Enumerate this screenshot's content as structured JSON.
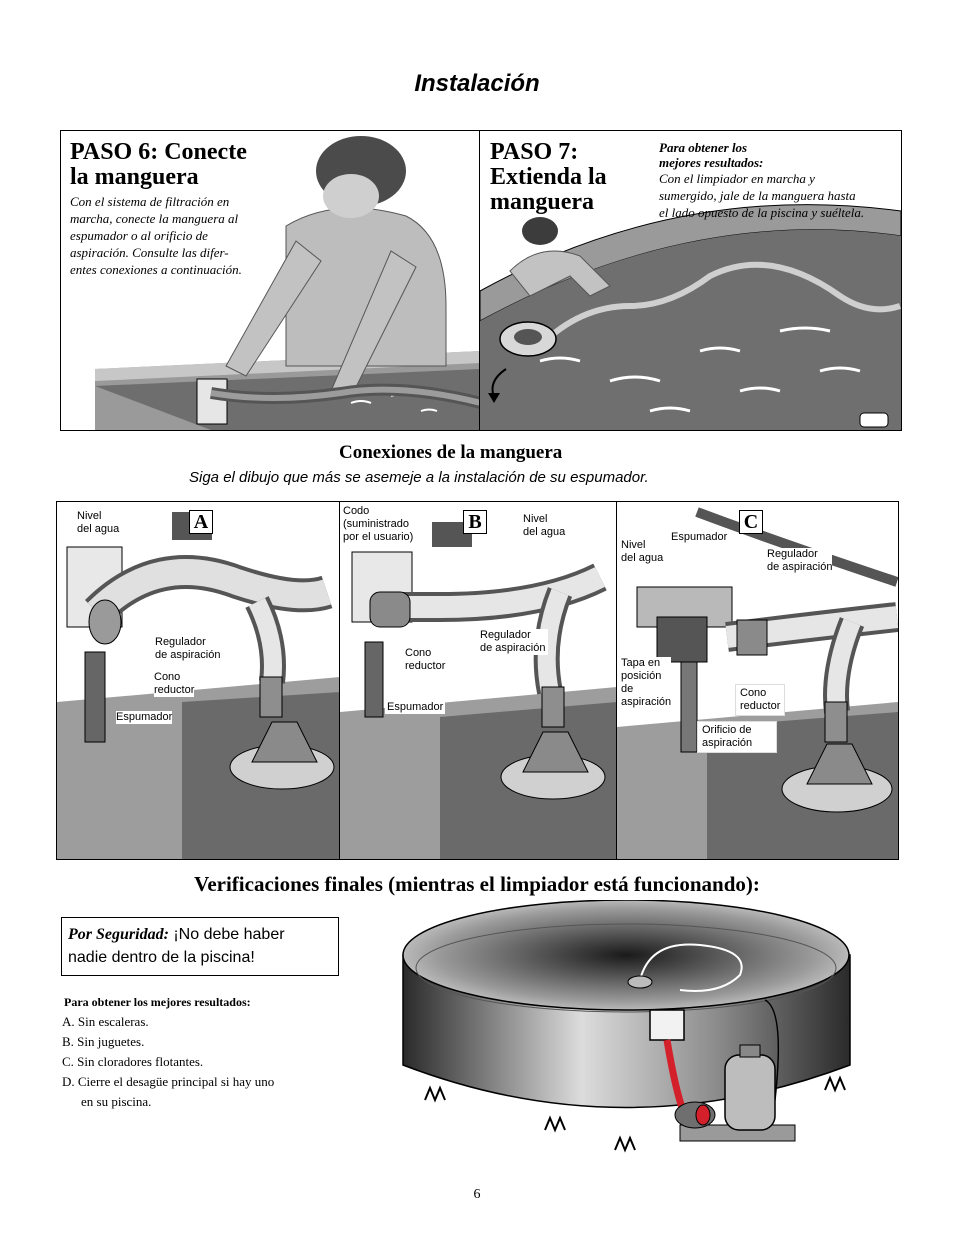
{
  "page": {
    "title": "Instalación",
    "number": "6"
  },
  "step6": {
    "title_line1": "PASO 6: Conecte",
    "title_line2": "la manguera",
    "text_lines": [
      "Con el sistema de filtración en",
      "marcha, conecte la manguera al",
      "espumador o al orificio de",
      "aspiración. Consulte las difer-",
      "entes conexiones a continuación."
    ]
  },
  "step7": {
    "title_lines": [
      "PASO 7:",
      "Extienda la",
      "manguera"
    ],
    "tip_head_lines": [
      "Para obtener los",
      "mejores resultados:"
    ],
    "tip_lines": [
      "Con el limpiador en marcha y",
      "sumergido, jale de la manguera hasta",
      "el lado opuesto de la piscina y suéltela."
    ]
  },
  "connections": {
    "title": "Conexiones de la manguera",
    "subtitle": "Siga el dibujo que más se asemeje a la instalación de su espumador.",
    "panels": [
      {
        "badge": "A",
        "labels": {
          "water_level": [
            "Nivel",
            "del agua"
          ],
          "regulator": [
            "Regulador",
            "de aspiración"
          ],
          "cone": [
            "Cono",
            "reductor"
          ],
          "skimmer": [
            "Espumador"
          ]
        }
      },
      {
        "badge": "B",
        "labels": {
          "elbow": [
            "Codo",
            "(suministrado",
            "por el usuario)"
          ],
          "water_level": [
            "Nivel",
            "del agua"
          ],
          "cone": [
            "Cono",
            "reductor"
          ],
          "regulator": [
            "Regulador",
            "de aspiración"
          ],
          "skimmer": [
            "Espumador"
          ]
        }
      },
      {
        "badge": "C",
        "labels": {
          "water_level": [
            "Nivel",
            "del agua"
          ],
          "skimmer": [
            "Espumador"
          ],
          "regulator": [
            "Regulador",
            "de aspiración"
          ],
          "lid": [
            "Tapa en",
            "posición",
            "de",
            "aspiración"
          ],
          "cone": [
            "Cono",
            "reductor"
          ],
          "suction_port": [
            "Orificio de",
            "aspiración"
          ]
        }
      }
    ]
  },
  "final_checks": {
    "title": "Verificaciones finales (mientras el limpiador está funcionando):",
    "safety_label": "Por Seguridad:",
    "safety_text_1": " ¡No debe haber",
    "safety_text_2": "nadie dentro de la piscina!",
    "best_results_title": "Para obtener los mejores resultados:",
    "items": [
      "A. Sin escaleras.",
      "B. Sin juguetes.",
      "C. Sin cloradores flotantes.",
      "D. Cierre el desagüe principal si hay uno",
      "en su piscina."
    ]
  },
  "colors": {
    "ink": "#000000",
    "gray_dark": "#555555",
    "gray_mid": "#8a8a8a",
    "gray_light": "#c8c8c8",
    "hose_red": "#d4202a"
  }
}
